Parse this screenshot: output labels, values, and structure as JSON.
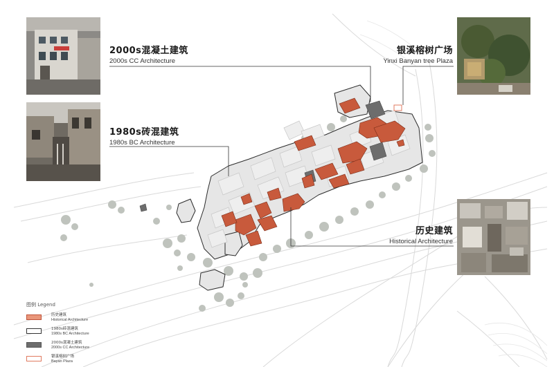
{
  "callouts": {
    "cc": {
      "cn": "2000s混凝土建筑",
      "en": "2000s CC Architecture"
    },
    "bc": {
      "cn": "1980s砖混建筑",
      "en": "1980s BC Architecture"
    },
    "banyan": {
      "cn": "银溪榕树广场",
      "en": "Yinxi Banyan tree Plaza"
    },
    "historical": {
      "cn": "历史建筑",
      "en": "Historical Architecture"
    }
  },
  "legend": {
    "title": "图例 Legend",
    "items": [
      {
        "cn": "历史建筑",
        "en": "Historical Architecture",
        "color": "#e9967a",
        "border": "#c0533a"
      },
      {
        "cn": "1980s砖混建筑",
        "en": "1980s BC Architecture",
        "color": "#ffffff",
        "border": "#333333"
      },
      {
        "cn": "2000s混凝土建筑",
        "en": "2000s CC Architecture",
        "color": "#6d6d6d",
        "border": "#555555"
      },
      {
        "cn": "银溪榕树广场",
        "en": "Bayan Plaza",
        "color": "#ffffff",
        "border": "#e07a5f"
      }
    ]
  },
  "colors": {
    "historical": "#c85a3c",
    "historical_light": "#e9967a",
    "bc": "#e4e4e4",
    "cc": "#6d6d6d",
    "tree": "#b9bdb7",
    "road": "#d6d6d6"
  }
}
